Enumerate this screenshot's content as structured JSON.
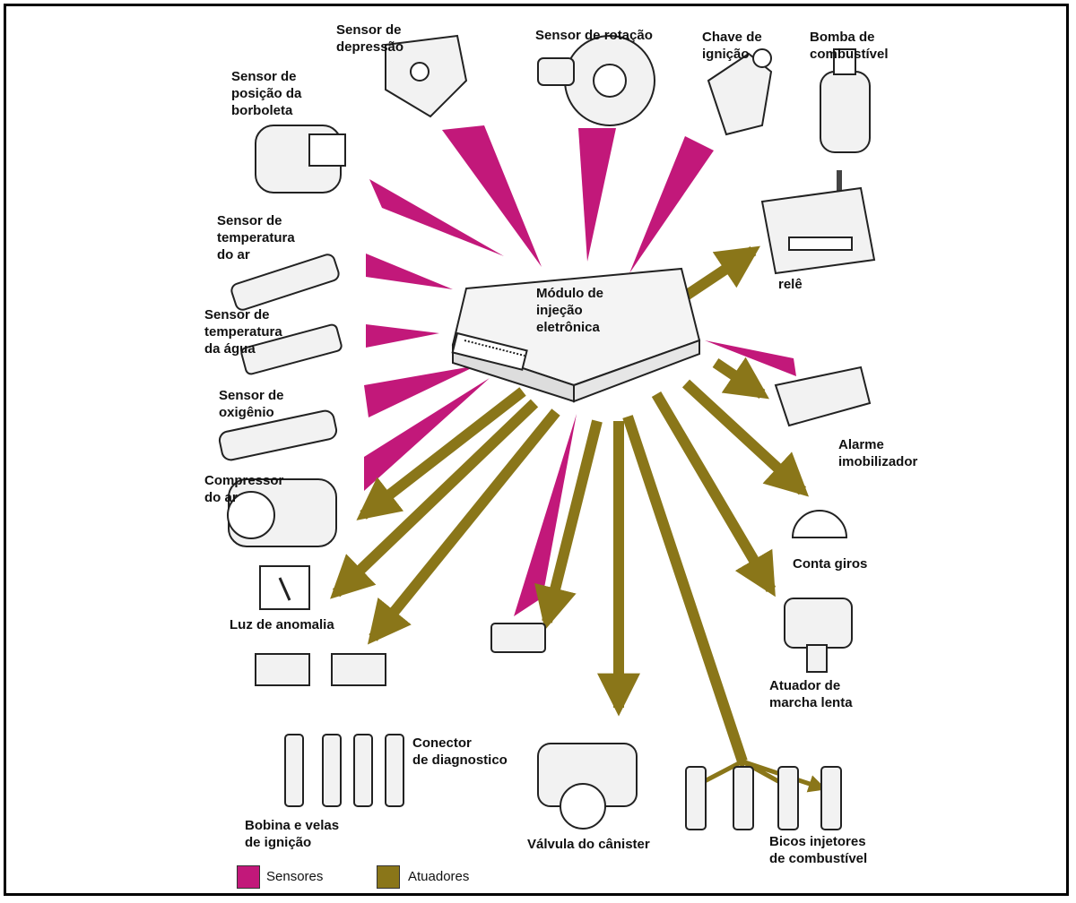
{
  "colors": {
    "sensor": "#c2187a",
    "actuator": "#8a7619",
    "ink": "#111111"
  },
  "module": {
    "label": "Módulo de\ninjeção\neletrônica"
  },
  "sensors": [
    {
      "id": "depressao",
      "label": "Sensor de\ndepressão"
    },
    {
      "id": "rotacao",
      "label": "Sensor de rotação"
    },
    {
      "id": "chave",
      "label": "Chave de\nignição"
    },
    {
      "id": "borboleta",
      "label": "Sensor de\nposição da\nborboleta"
    },
    {
      "id": "temp-ar",
      "label": "Sensor de\ntemperatura\ndo ar"
    },
    {
      "id": "temp-agua",
      "label": "Sensor de\ntemperatura\nda água"
    },
    {
      "id": "oxigenio",
      "label": "Sensor de\noxigênio"
    },
    {
      "id": "compressor",
      "label": "Compressor\ndo ar"
    }
  ],
  "actuators": [
    {
      "id": "bomba",
      "label": "Bomba de\ncombustível"
    },
    {
      "id": "rele",
      "label": "relê"
    },
    {
      "id": "alarme",
      "label": "Alarme\nimobilizador"
    },
    {
      "id": "conta-giros",
      "label": "Conta giros"
    },
    {
      "id": "marcha-lenta",
      "label": "Atuador de\nmarcha lenta"
    },
    {
      "id": "luz",
      "label": "Luz de anomalia"
    },
    {
      "id": "bobina",
      "label": "Bobina e velas\nde ignição"
    },
    {
      "id": "conector",
      "label": "Conector\nde diagnostico"
    },
    {
      "id": "canister",
      "label": "Válvula do cânister"
    },
    {
      "id": "bicos",
      "label": "Bicos injetores\nde combustível"
    }
  ],
  "legend": {
    "sensors": "Sensores",
    "actuators": "Atuadores"
  }
}
